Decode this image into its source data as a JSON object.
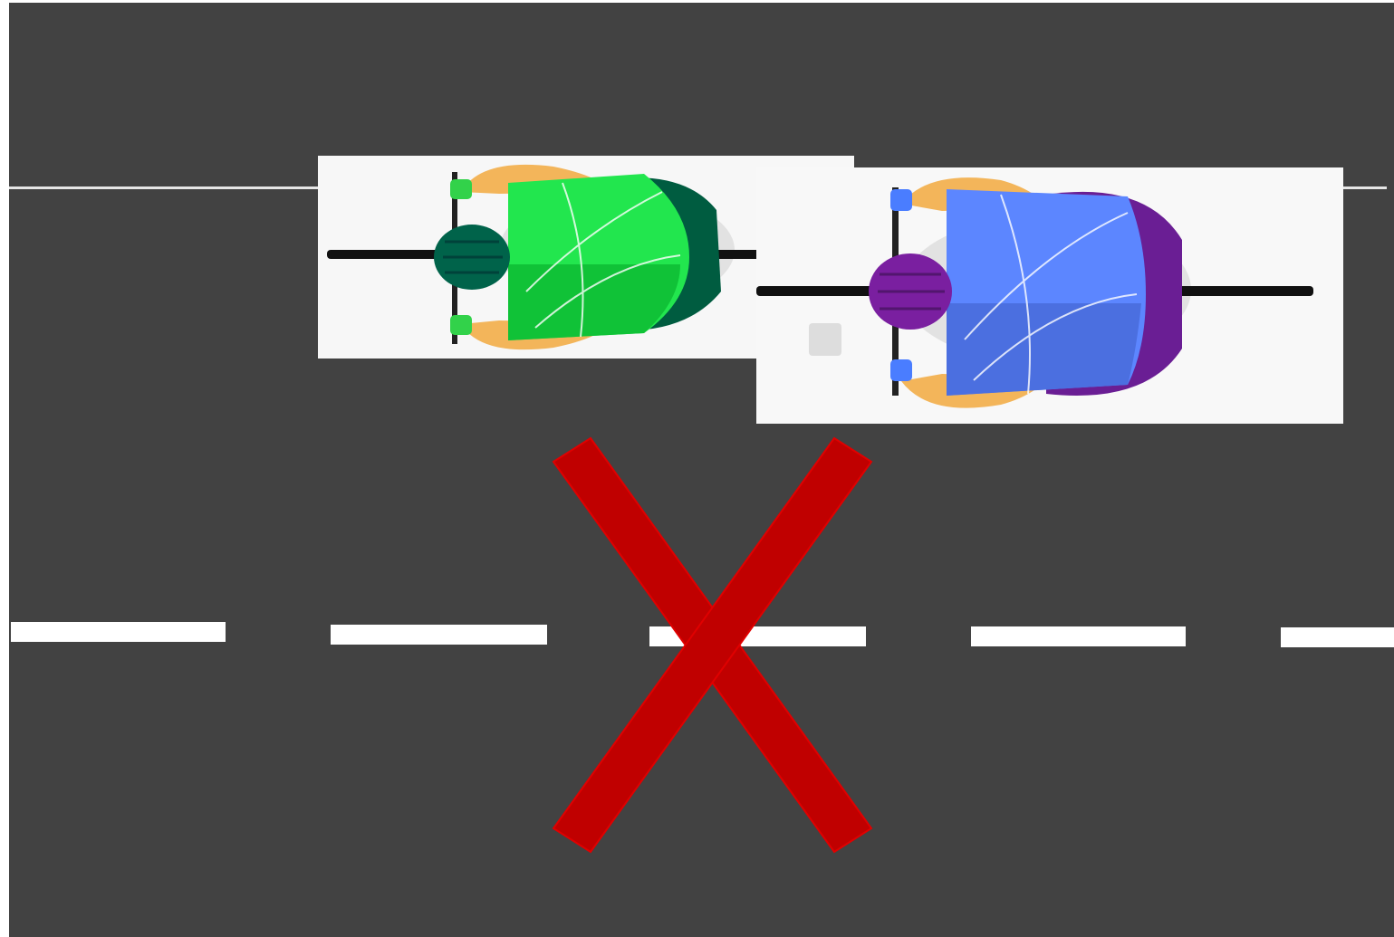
{
  "scene": {
    "description_colors": {
      "road": "#424242",
      "lane_marking": "#ffffff",
      "edge_line": "#e6e6e6",
      "prohibition_mark": "#c00000"
    },
    "cyclists": [
      {
        "name": "cyclist-green",
        "jersey_color": "#1fe04a",
        "helmet_color": "#00634a",
        "icon": "cyclist-topdown-icon"
      },
      {
        "name": "cyclist-blue",
        "jersey_color": "#5a86ff",
        "helmet_color": "#7a1fa0",
        "icon": "cyclist-topdown-icon"
      }
    ],
    "mark": {
      "icon": "cross-x-icon",
      "meaning": "not allowed"
    }
  }
}
